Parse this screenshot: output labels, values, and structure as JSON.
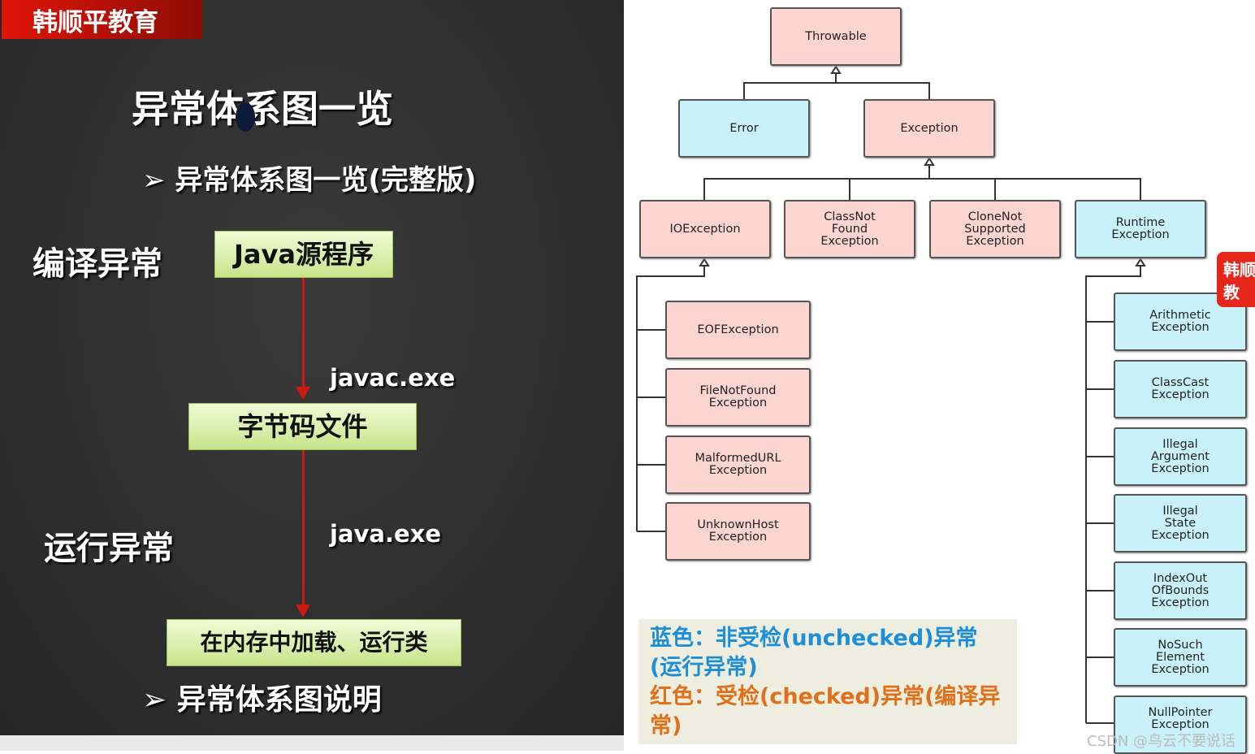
{
  "logo": "韩顺平教育",
  "title": "异常体系图一览",
  "bullet1": "异常体系图一览(完整版)",
  "bullet2": "异常体系图说明",
  "bullet_icon": "arrow-bullet-icon",
  "flow": {
    "compile_label": "编译异常",
    "run_label": "运行异常",
    "source": "Java源程序",
    "javac": "javac.exe",
    "bytecode": "字节码文件",
    "java": "java.exe",
    "load": "在内存中加载、运行类"
  },
  "tree": {
    "throwable": "Throwable",
    "error": "Error",
    "exception": "Exception",
    "io": "IOException",
    "cnf": "ClassNot\nFound\nException",
    "cns": "CloneNot\nSupported\nException",
    "runtime": "Runtime\nException",
    "io_children": [
      "EOFException",
      "FileNotFound\nException",
      "MalformedURL\nException",
      "UnknownHost\nException"
    ],
    "rt_children": [
      "Arithmetic\nException",
      "ClassCast\nException",
      "Illegal\nArgument\nException",
      "Illegal\nState\nException",
      "IndexOut\nOfBounds\nException",
      "NoSuch\nElement\nException",
      "NullPointer\nException"
    ]
  },
  "legend": {
    "blue_text": "蓝色：非受检(unchecked)异常(运行异常)",
    "red_text": "红色：受检(checked)异常(编译异常)",
    "blue_color": "#1e8fd6",
    "red_color": "#e0701a"
  },
  "badge": "韩顺\n教",
  "watermark": "CSDN @鸟云不要说话"
}
